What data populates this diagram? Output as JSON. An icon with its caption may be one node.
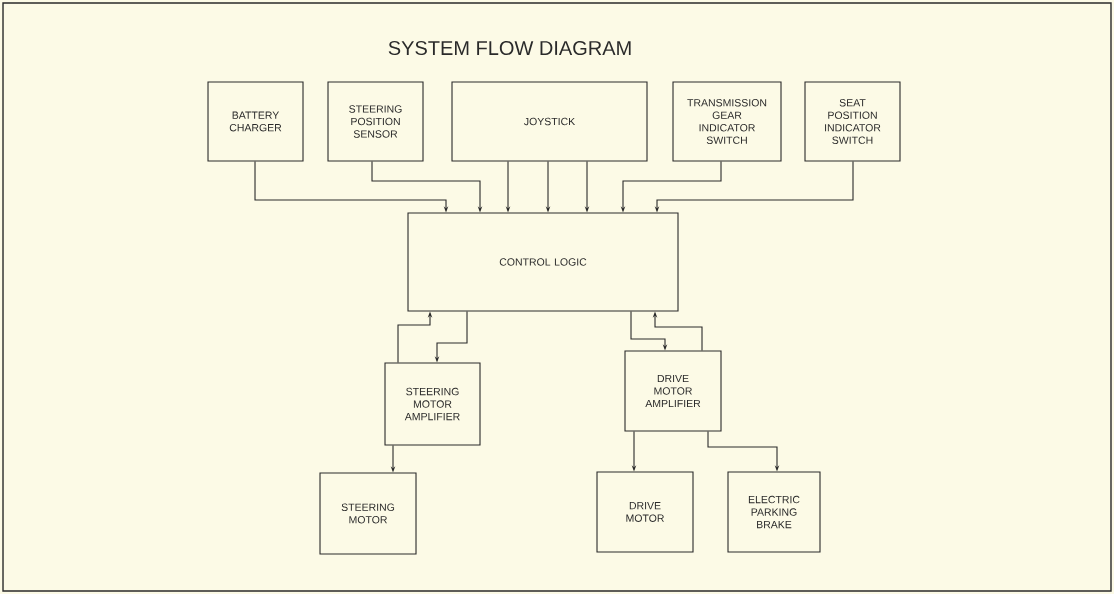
{
  "diagram": {
    "title": "SYSTEM FLOW DIAGRAM",
    "nodes": [
      {
        "text": [
          "BATTERY CHARGER"
        ]
      },
      {
        "text": [
          "STEERING POSITION SENSOR"
        ]
      },
      {
        "text": [
          "JOYSTICK"
        ]
      },
      {
        "text": [
          "TRANSMISSION GEAR INDICATOR SWITCH"
        ]
      },
      {
        "text": [
          "SEAT POSITION INDICATOR SWITCH"
        ]
      },
      {
        "text": [
          "CONTROL LOGIC"
        ]
      },
      {
        "text": [
          "STEERING MOTOR AMPLIFIER"
        ]
      },
      {
        "text": [
          "DRIVE MOTOR AMPLIFIER"
        ]
      },
      {
        "text": [
          "STEERING MOTOR"
        ]
      },
      {
        "text": [
          "DRIVE MOTOR"
        ]
      },
      {
        "text": [
          "ELECTRIC PARKING BRAKE"
        ]
      }
    ],
    "edges": [
      {
        "from": 0,
        "to": 5,
        "arrow": "to"
      },
      {
        "from": 1,
        "to": 5,
        "arrow": "to"
      },
      {
        "from": 2,
        "to": 5,
        "arrow": "to"
      },
      {
        "from": 2,
        "to": 5,
        "arrow": "to"
      },
      {
        "from": 2,
        "to": 5,
        "arrow": "to"
      },
      {
        "from": 3,
        "to": 5,
        "arrow": "to"
      },
      {
        "from": 4,
        "to": 5,
        "arrow": "to"
      },
      {
        "from": 6,
        "to": 5,
        "arrow": "to"
      },
      {
        "from": 5,
        "to": 6,
        "arrow": "to"
      },
      {
        "from": 5,
        "to": 7,
        "arrow": "to"
      },
      {
        "from": 7,
        "to": 5,
        "arrow": "to"
      },
      {
        "from": 6,
        "to": 8,
        "arrow": "to"
      },
      {
        "from": 7,
        "to": 9,
        "arrow": "to"
      },
      {
        "from": 7,
        "to": 10,
        "arrow": "to"
      }
    ]
  }
}
